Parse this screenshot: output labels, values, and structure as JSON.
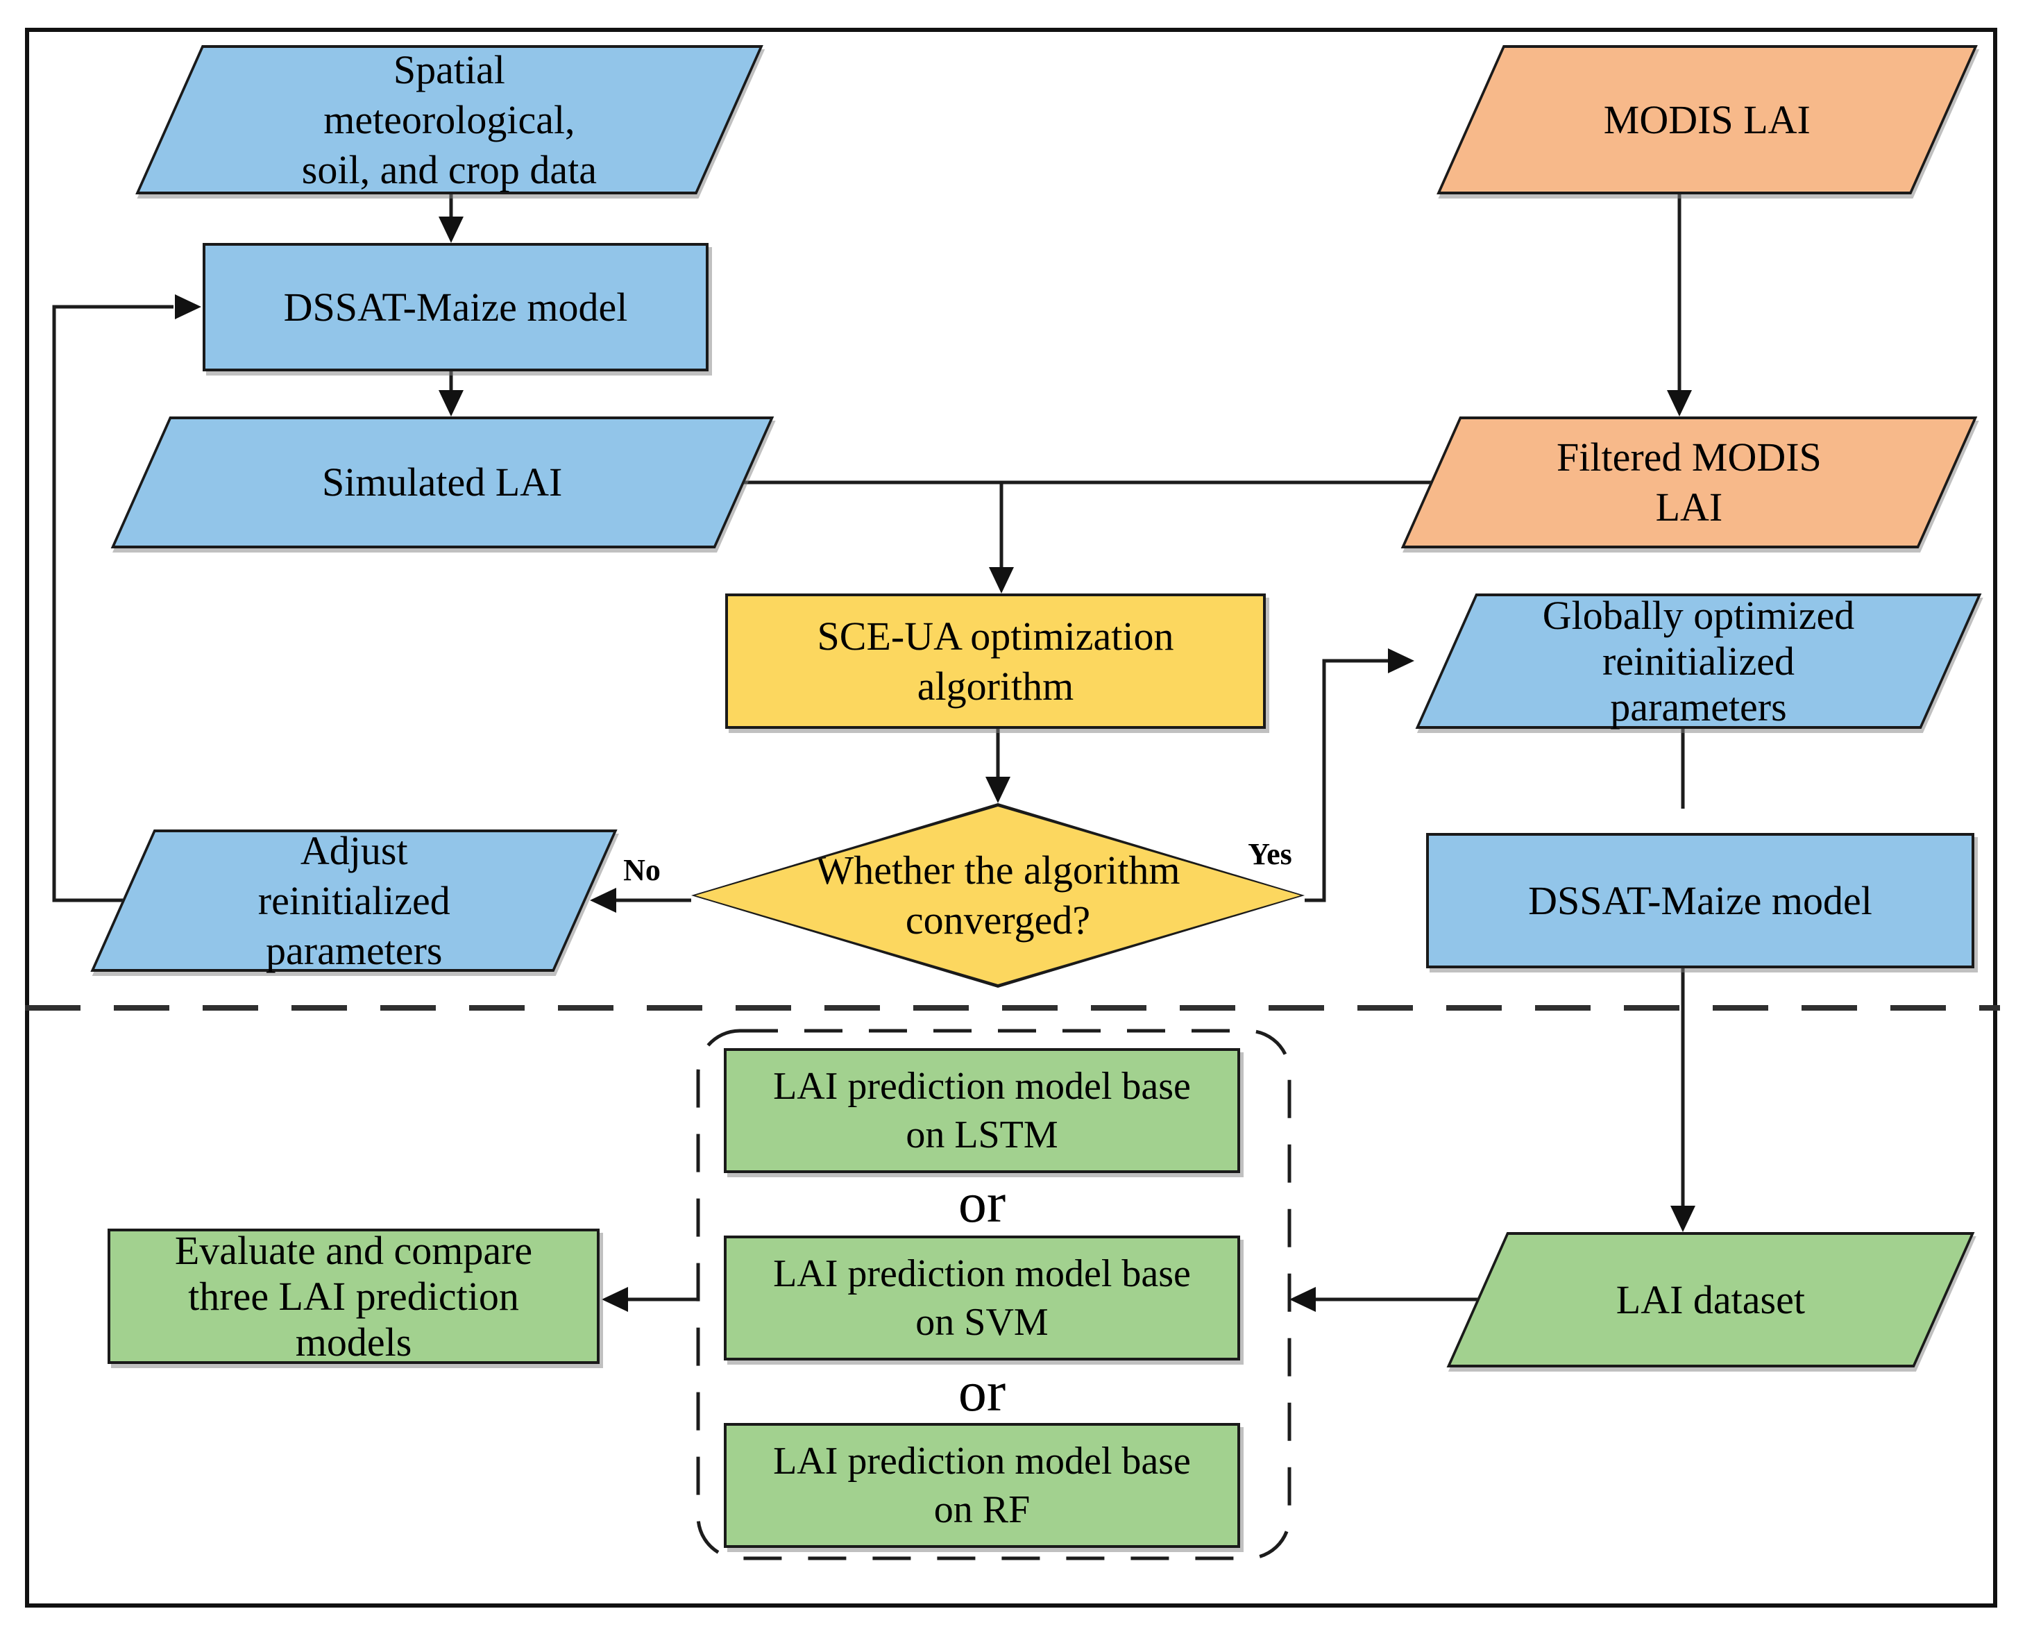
{
  "diagram": {
    "type": "flowchart",
    "description": "LAI prediction workflow combining DSSAT-Maize model, SCE-UA optimization and machine learning models"
  },
  "nodes": {
    "spatial_data": {
      "label": "Spatial\nmeteorological,\nsoil, and crop data",
      "shape": "parallelogram",
      "fill": "#92C5E9"
    },
    "dssat_maize_model_1": {
      "label": "DSSAT-Maize model",
      "shape": "rectangle",
      "fill": "#92C5E9"
    },
    "simulated_lai": {
      "label": "Simulated LAI",
      "shape": "parallelogram",
      "fill": "#92C5E9"
    },
    "modis_lai": {
      "label": "MODIS LAI",
      "shape": "parallelogram",
      "fill": "#F7B98A"
    },
    "filtered_modis_lai": {
      "label": "Filtered MODIS\nLAI",
      "shape": "parallelogram",
      "fill": "#F7B98A"
    },
    "sce_ua_algorithm": {
      "label": "SCE-UA optimization\nalgorithm",
      "shape": "rectangle",
      "fill": "#FCD75F"
    },
    "convergence_check": {
      "label": "Whether the algorithm\nconverged?",
      "shape": "diamond",
      "fill": "#FCD75F"
    },
    "adjust_parameters": {
      "label": "Adjust\nreinitialized\nparameters",
      "shape": "parallelogram",
      "fill": "#92C5E9"
    },
    "globally_optimized": {
      "label": "Globally optimized\nreinitialized\nparameters",
      "shape": "parallelogram",
      "fill": "#92C5E9"
    },
    "dssat_maize_model_2": {
      "label": "DSSAT-Maize model",
      "shape": "rectangle",
      "fill": "#92C5E9"
    },
    "lai_dataset": {
      "label": "LAI dataset",
      "shape": "parallelogram",
      "fill": "#A2D18F"
    },
    "lstm_model": {
      "label": "LAI prediction model base\non LSTM",
      "shape": "rectangle",
      "fill": "#A2D18F"
    },
    "svm_model": {
      "label": "LAI prediction model base\non SVM",
      "shape": "rectangle",
      "fill": "#A2D18F"
    },
    "rf_model": {
      "label": "LAI prediction model base\non RF",
      "shape": "rectangle",
      "fill": "#A2D18F"
    },
    "evaluate_models": {
      "label": "Evaluate and compare\nthree LAI prediction\nmodels",
      "shape": "rectangle",
      "fill": "#A2D18F"
    }
  },
  "edge_labels": {
    "no": "No",
    "yes": "Yes",
    "or": "or"
  },
  "colors": {
    "blue": "#92C5E9",
    "orange": "#F7B98A",
    "yellow": "#FCD75F",
    "green": "#A2D18F",
    "line": "#1C1C1C",
    "background": "#FFFFFF"
  }
}
